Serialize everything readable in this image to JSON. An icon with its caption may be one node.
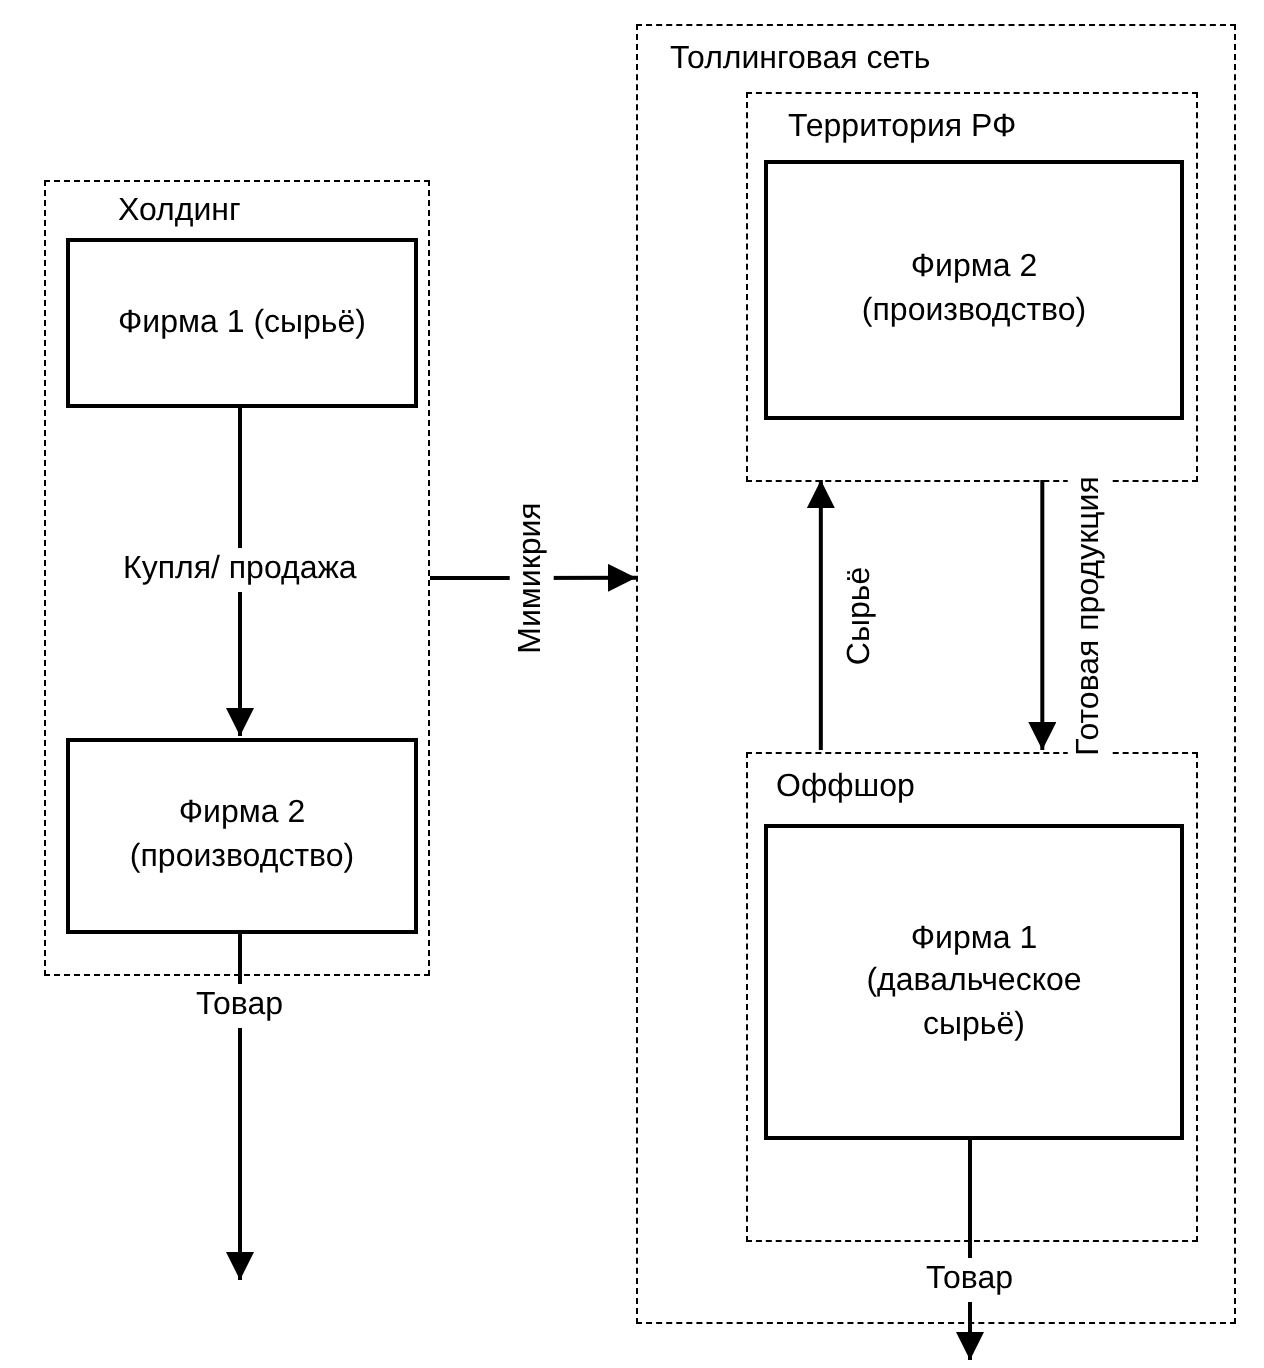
{
  "diagram": {
    "nodes": [
      {
        "text": [
          "Холдинг"
        ]
      },
      {
        "text": [
          "Фирма 1 (сырьё)"
        ],
        "in": 0
      },
      {
        "text": [
          "Фирма 2 (производство)"
        ],
        "in": 0
      },
      {
        "text": [
          "Толлинговая сеть"
        ]
      },
      {
        "text": [
          "Территория РФ"
        ],
        "in": 3
      },
      {
        "text": [
          "Фирма 2 (производство)"
        ],
        "in": 4
      },
      {
        "text": [
          "Оффшор"
        ],
        "in": 3
      },
      {
        "text": [
          "Фирма 1 (давальческое сырьё)"
        ],
        "in": 6
      }
    ],
    "edges": [
      {
        "from": 1,
        "to": 2,
        "arrow": "to",
        "label": "Купля/ продажа"
      },
      {
        "from": 2,
        "to": null,
        "arrow": "to",
        "label": "Товар"
      },
      {
        "from": 0,
        "to": 3,
        "arrow": "to",
        "label": "Мимикрия"
      },
      {
        "from": 6,
        "to": 4,
        "arrow": "to",
        "label": "Сырьё"
      },
      {
        "from": 4,
        "to": 6,
        "arrow": "to",
        "label": "Готовая продукция"
      },
      {
        "from": 7,
        "to": null,
        "arrow": "to",
        "label": "Товар"
      }
    ]
  }
}
